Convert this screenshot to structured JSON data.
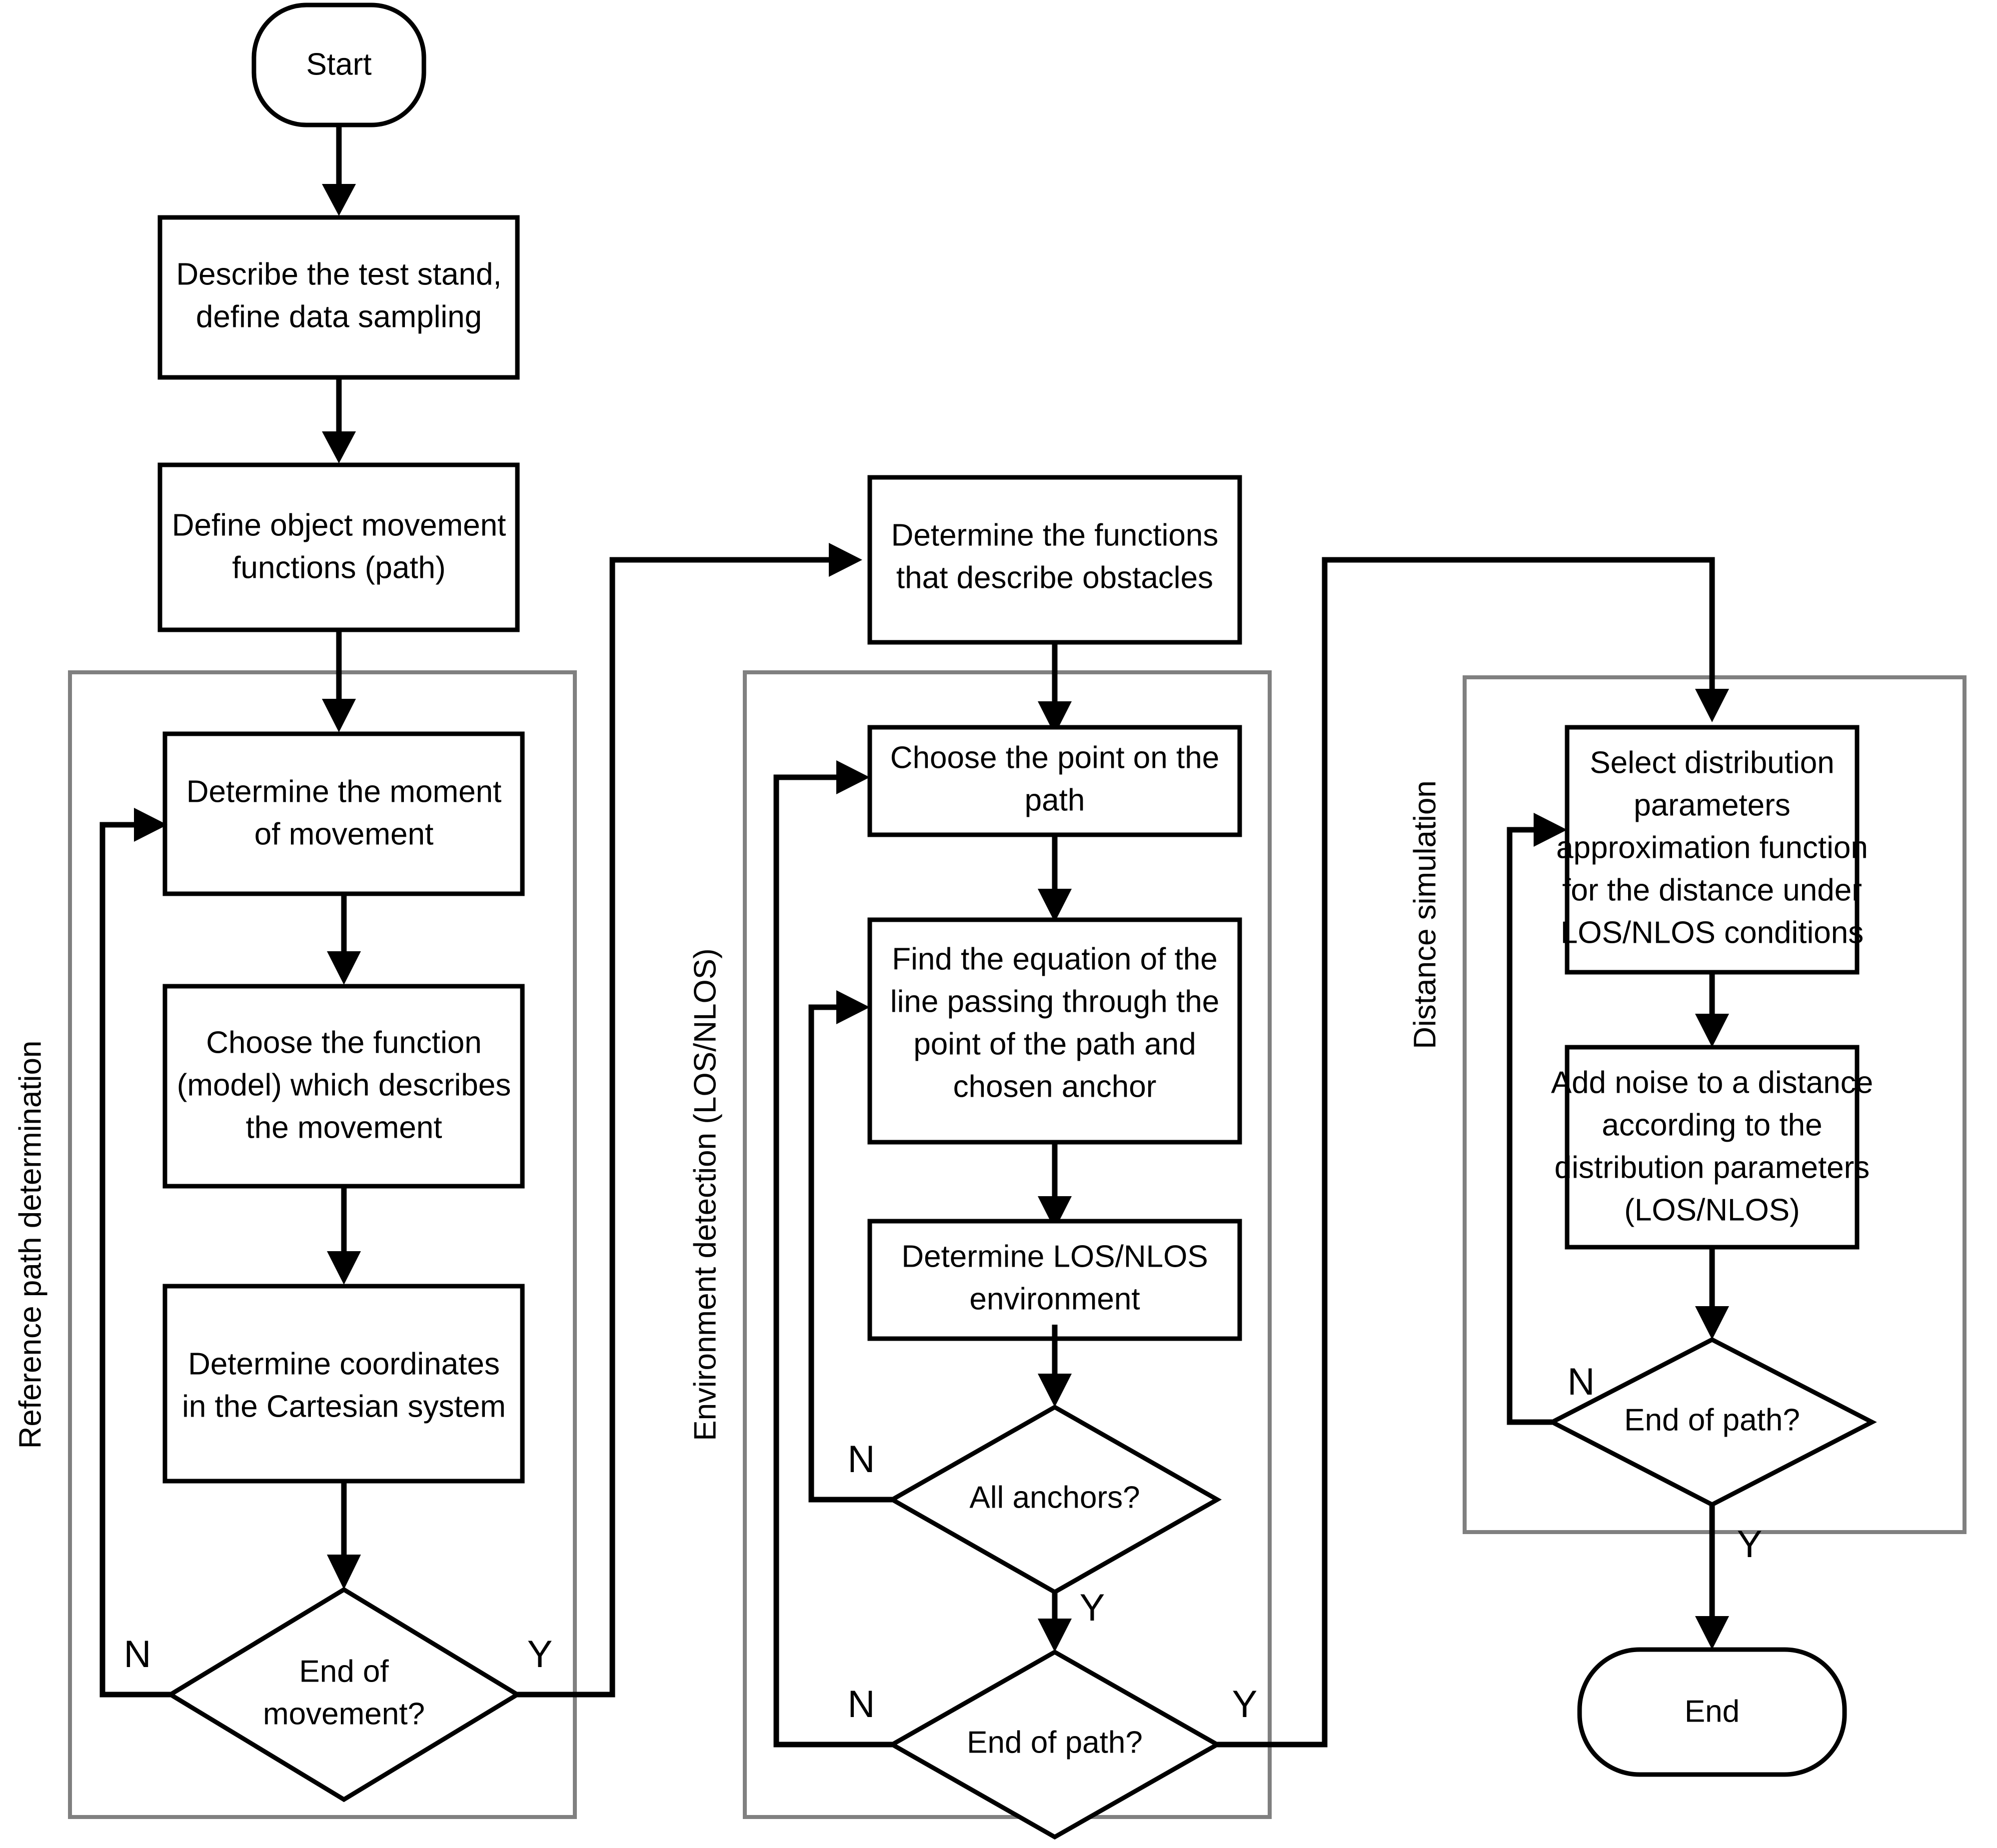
{
  "diagram": {
    "title": "Simulation process flowchart",
    "colors": {
      "node_stroke": "#000000",
      "group_stroke": "#808080",
      "background": "#ffffff",
      "text": "#000000"
    },
    "groups": [
      {
        "id": "group-reference-path",
        "label": "Reference path determination"
      },
      {
        "id": "group-environment-detection",
        "label": "Environment detection (LOS/NLOS)"
      },
      {
        "id": "group-distance-simulation",
        "label": "Distance simulation"
      }
    ],
    "terminators": [
      {
        "id": "start",
        "label": "Start"
      },
      {
        "id": "end",
        "label": "End"
      }
    ],
    "process_nodes": [
      {
        "id": "describe-test-stand",
        "lines": [
          "Describe the test stand,",
          "define data sampling"
        ]
      },
      {
        "id": "define-object-movement",
        "lines": [
          "Define object movement",
          "functions (path)"
        ]
      },
      {
        "id": "determine-moment",
        "lines": [
          "Determine the moment",
          "of movement"
        ]
      },
      {
        "id": "choose-function-model",
        "lines": [
          "Choose the function",
          "(model) which describes",
          "the movement"
        ]
      },
      {
        "id": "determine-coordinates",
        "lines": [
          "Determine coordinates",
          "in the Cartesian system"
        ]
      },
      {
        "id": "determine-obstacle-functions",
        "lines": [
          "Determine the functions",
          "that describe obstacles"
        ]
      },
      {
        "id": "choose-point-on-path",
        "lines": [
          "Choose the point on the",
          "path"
        ]
      },
      {
        "id": "find-line-equation",
        "lines": [
          "Find the equation of the",
          "line passing through the",
          "point of the path and",
          "chosen anchor"
        ]
      },
      {
        "id": "determine-los-nlos",
        "lines": [
          "Determine LOS/NLOS",
          "environment"
        ]
      },
      {
        "id": "select-distribution-parameters",
        "lines": [
          "Select distribution",
          "parameters",
          "approximation function",
          "for the distance under",
          "LOS/NLOS conditions"
        ]
      },
      {
        "id": "add-noise",
        "lines": [
          "Add noise to a distance",
          "according to the",
          "distribution parameters",
          "(LOS/NLOS)"
        ]
      }
    ],
    "decision_nodes": [
      {
        "id": "end-of-movement",
        "lines": [
          "End of",
          "movement?"
        ],
        "no_label": "N",
        "yes_label": "Y"
      },
      {
        "id": "all-anchors",
        "lines": [
          "All anchors?"
        ],
        "no_label": "N",
        "yes_label": "Y"
      },
      {
        "id": "end-of-path-env",
        "lines": [
          "End of path?"
        ],
        "no_label": "N",
        "yes_label": "Y"
      },
      {
        "id": "end-of-path-dist",
        "lines": [
          "End of path?"
        ],
        "no_label": "N",
        "yes_label": "Y"
      }
    ],
    "branch_labels": {
      "end_of_movement_n": "N",
      "end_of_movement_y": "Y",
      "all_anchors_n": "N",
      "all_anchors_y": "Y",
      "end_of_path_env_n": "N",
      "end_of_path_env_y": "Y",
      "end_of_path_dist_n": "N",
      "end_of_path_dist_y": "Y"
    }
  }
}
